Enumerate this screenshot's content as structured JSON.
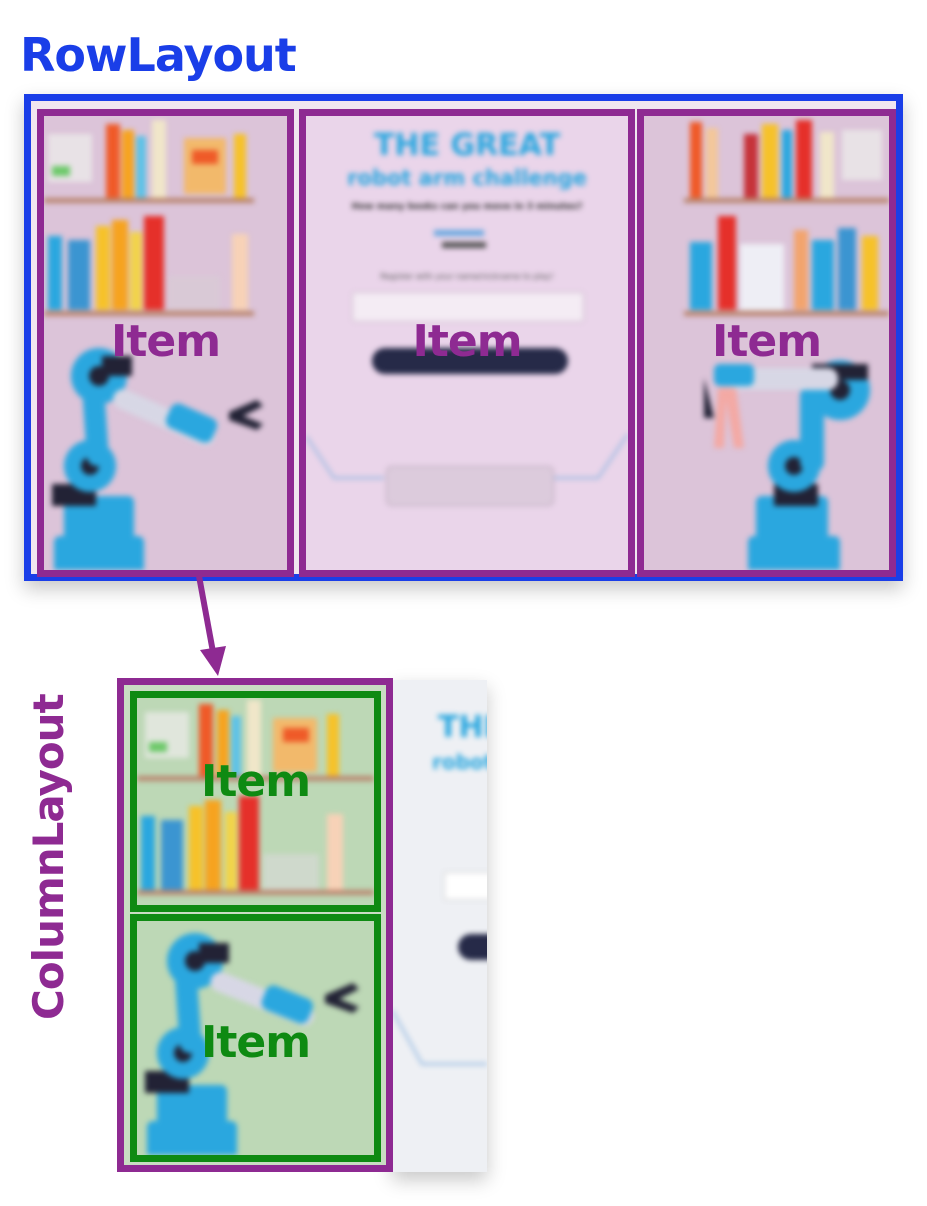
{
  "row_layout": {
    "title": "RowLayout",
    "items": [
      {
        "label": "Item"
      },
      {
        "label": "Item"
      },
      {
        "label": "Item"
      }
    ]
  },
  "column_layout": {
    "title": "ColumnLayout",
    "items": [
      {
        "label": "Item"
      },
      {
        "label": "Item"
      }
    ]
  },
  "middle_screen": {
    "headline_1": "THE GREAT",
    "headline_2": "robot arm challenge",
    "question": "How many books can you move in 3 minutes?",
    "register_prompt": "Register with your name/nickname to play!",
    "name_placeholder": "",
    "button_label": "",
    "bottom_button_label": ""
  },
  "colors": {
    "row_border": "#1a3ee8",
    "item_border": "#8e2a92",
    "column_item_border": "#0e8a12"
  }
}
